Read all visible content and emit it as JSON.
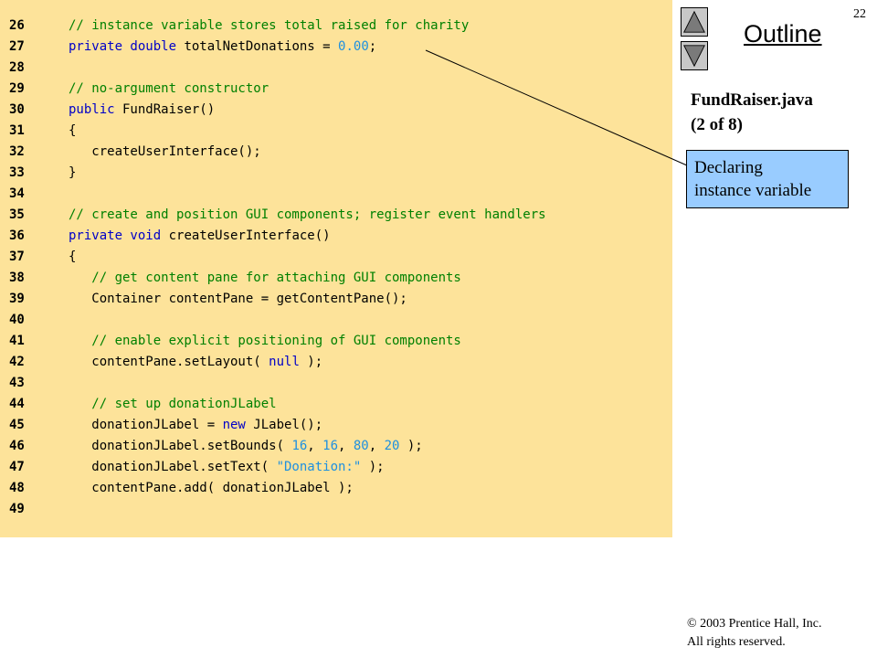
{
  "slide": {
    "page_number": "22",
    "outline_title": "Outline",
    "file_name": "FundRaiser.java",
    "file_part": "(2 of 8)",
    "callout_line1": "Declaring",
    "callout_line2": "instance variable",
    "copyright_line1": "© 2003 Prentice Hall, Inc.",
    "copyright_line2": "All rights reserved."
  },
  "nav": {
    "up_icon": "triangle-up-icon",
    "down_icon": "triangle-down-icon",
    "button_fill": "#c8c8c8"
  },
  "colors": {
    "panel": "#fde39a",
    "comment": "#008000",
    "keyword": "#0000c8",
    "literal": "#1e90e0",
    "callout": "#99ccff"
  },
  "code_lines": [
    {
      "num": "26",
      "parts": [
        {
          "t": "// instance variable stores total raised for charity",
          "c": "cm"
        }
      ]
    },
    {
      "num": "27",
      "parts": [
        {
          "t": "private double",
          "c": "kw"
        },
        {
          "t": " totalNetDonations = "
        },
        {
          "t": "0.00",
          "c": "nm"
        },
        {
          "t": ";"
        }
      ]
    },
    {
      "num": "28",
      "parts": []
    },
    {
      "num": "29",
      "parts": [
        {
          "t": "// no-argument constructor",
          "c": "cm"
        }
      ]
    },
    {
      "num": "30",
      "parts": [
        {
          "t": "public",
          "c": "kw"
        },
        {
          "t": " FundRaiser()"
        }
      ]
    },
    {
      "num": "31",
      "parts": [
        {
          "t": "{"
        }
      ]
    },
    {
      "num": "32",
      "parts": [
        {
          "t": "   createUserInterface();"
        }
      ]
    },
    {
      "num": "33",
      "parts": [
        {
          "t": "}"
        }
      ]
    },
    {
      "num": "34",
      "parts": []
    },
    {
      "num": "35",
      "parts": [
        {
          "t": "// create and position GUI components; register event handlers",
          "c": "cm"
        }
      ]
    },
    {
      "num": "36",
      "parts": [
        {
          "t": "private void",
          "c": "kw"
        },
        {
          "t": " createUserInterface()"
        }
      ]
    },
    {
      "num": "37",
      "parts": [
        {
          "t": "{"
        }
      ]
    },
    {
      "num": "38",
      "parts": [
        {
          "t": "   // get content pane for attaching GUI components",
          "c": "cm"
        }
      ]
    },
    {
      "num": "39",
      "parts": [
        {
          "t": "   Container contentPane = getContentPane();"
        }
      ]
    },
    {
      "num": "40",
      "parts": []
    },
    {
      "num": "41",
      "parts": [
        {
          "t": "   // enable explicit positioning of GUI components",
          "c": "cm"
        }
      ]
    },
    {
      "num": "42",
      "parts": [
        {
          "t": "   contentPane.setLayout( "
        },
        {
          "t": "null",
          "c": "kw"
        },
        {
          "t": " );"
        }
      ]
    },
    {
      "num": "43",
      "parts": []
    },
    {
      "num": "44",
      "parts": [
        {
          "t": "   // set up donationJLabel",
          "c": "cm"
        }
      ]
    },
    {
      "num": "45",
      "parts": [
        {
          "t": "   donationJLabel = "
        },
        {
          "t": "new",
          "c": "kw"
        },
        {
          "t": " JLabel();"
        }
      ]
    },
    {
      "num": "46",
      "parts": [
        {
          "t": "   donationJLabel.setBounds( "
        },
        {
          "t": "16",
          "c": "nm"
        },
        {
          "t": ", "
        },
        {
          "t": "16",
          "c": "nm"
        },
        {
          "t": ", "
        },
        {
          "t": "80",
          "c": "nm"
        },
        {
          "t": ", "
        },
        {
          "t": "20",
          "c": "nm"
        },
        {
          "t": " );"
        }
      ]
    },
    {
      "num": "47",
      "parts": [
        {
          "t": "   donationJLabel.setText( "
        },
        {
          "t": "\"Donation:\"",
          "c": "st"
        },
        {
          "t": " );"
        }
      ]
    },
    {
      "num": "48",
      "parts": [
        {
          "t": "   contentPane.add( donationJLabel );"
        }
      ]
    },
    {
      "num": "49",
      "parts": []
    }
  ]
}
